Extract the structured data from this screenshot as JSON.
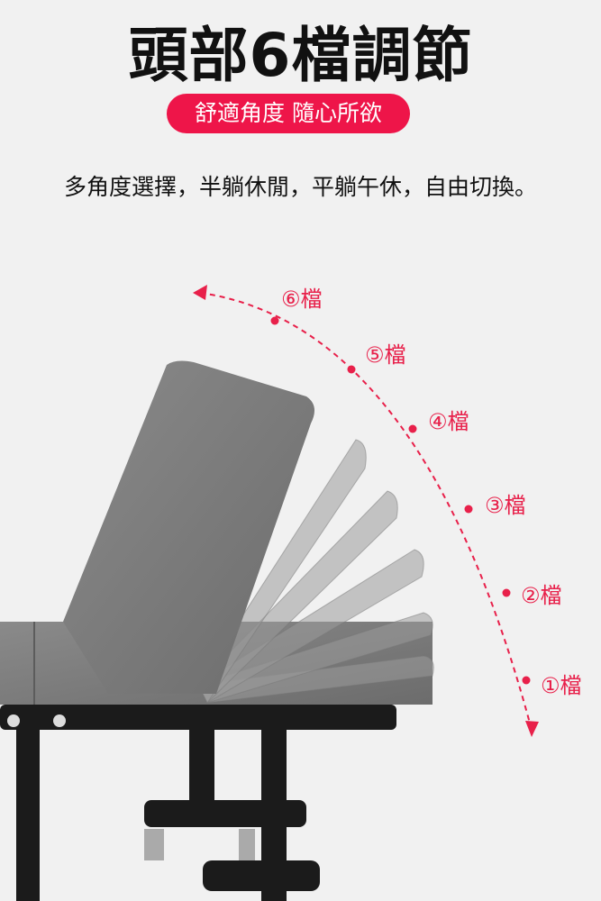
{
  "title": "頭部6檔調節",
  "badge": "舒適角度 隨心所欲",
  "subtitle": "多角度選擇，半躺休閒，平躺午休，自由切換。",
  "levels": [
    "⑥檔",
    "⑤檔",
    "④檔",
    "③檔",
    "②檔",
    "①檔"
  ],
  "colors": {
    "accent": "#ee1549",
    "fabric": "#7d7d7d",
    "frame": "#1a1a1a"
  }
}
